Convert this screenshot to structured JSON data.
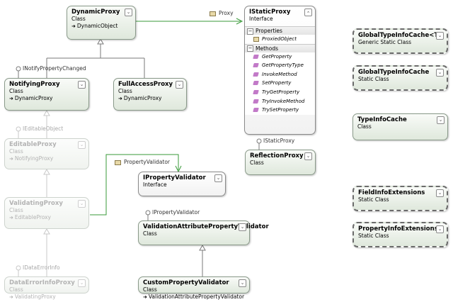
{
  "expand_glyph": "⌄",
  "boxes": {
    "dynamic_proxy": {
      "title": "DynamicProxy",
      "kind": "Class",
      "base": "DynamicObject"
    },
    "istatic_proxy": {
      "title": "IStaticProxy",
      "kind": "Interface",
      "sections": {
        "properties": {
          "label": "Properties",
          "items": [
            "ProxiedObject"
          ]
        },
        "methods": {
          "label": "Methods",
          "items": [
            "GetProperty",
            "GetPropertyType",
            "InvokeMethod",
            "SetProperty",
            "TryGetProperty",
            "TryInvokeMethod",
            "TrySetProperty"
          ]
        }
      }
    },
    "notifying_proxy": {
      "title": "NotifyingProxy",
      "kind": "Class",
      "base": "DynamicProxy"
    },
    "full_access_proxy": {
      "title": "FullAccessProxy",
      "kind": "Class",
      "base": "DynamicProxy"
    },
    "editable_proxy": {
      "title": "EditableProxy",
      "kind": "Class",
      "base": "NotifyingProxy"
    },
    "validating_proxy": {
      "title": "ValidatingProxy",
      "kind": "Class",
      "base": "EditableProxy"
    },
    "data_error_info_proxy": {
      "title": "DataErrorInfoProxy",
      "kind": "Class",
      "base": "ValidatingProxy"
    },
    "reflection_proxy": {
      "title": "ReflectionProxy",
      "kind": "Class"
    },
    "iproperty_validator": {
      "title": "IPropertyValidator",
      "kind": "Interface"
    },
    "validation_attribute_property_validator": {
      "title": "ValidationAttributePropertyValidator",
      "kind": "Class"
    },
    "custom_property_validator": {
      "title": "CustomPropertyValidator",
      "kind": "Class",
      "base": "ValidationAttributePropertyValidator"
    },
    "global_type_info_cache_t": {
      "title": "GlobalTypeInfoCache<T>",
      "kind": "Generic Static Class"
    },
    "global_type_info_cache": {
      "title": "GlobalTypeInfoCache",
      "kind": "Static Class"
    },
    "type_info_cache": {
      "title": "TypeInfoCache",
      "kind": "Class"
    },
    "field_info_extensions": {
      "title": "FieldInfoExtensions",
      "kind": "Static Class"
    },
    "property_info_extensions": {
      "title": "PropertyInfoExtensions",
      "kind": "Static Class"
    }
  },
  "labels": {
    "proxy_assoc": "Proxy",
    "inotify": "INotifyPropertyChanged",
    "ieditable": "IEditableObject",
    "idataerror": "IDataErrorInfo",
    "istatic_lollipop": "IStaticProxy",
    "property_validator_assoc": "PropertyValidator",
    "iproperty_validator_lollipop": "IPropertyValidator"
  },
  "colors": {
    "association": "#3a9a3a",
    "inheritance": "#7a7a7a",
    "faded": "#c8c8c8"
  }
}
